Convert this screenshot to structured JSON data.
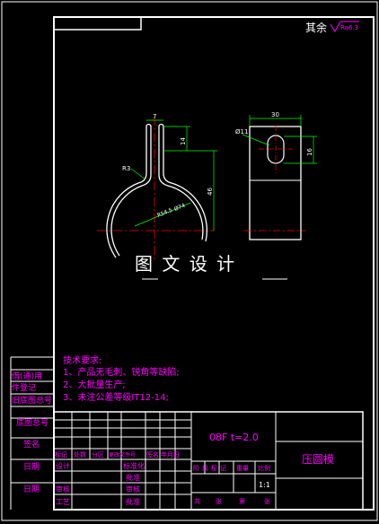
{
  "surface_finish": {
    "prefix": "其余",
    "symbol_value": "Ra6.3"
  },
  "dimensions": {
    "d7": "7",
    "d14": "14",
    "d46": "46",
    "r3": "R3",
    "r_arc": "R54.5",
    "d_dia": "Ø74",
    "d30": "30",
    "d11": "Ø11",
    "d16": "16"
  },
  "watermark": "图 文 设 计",
  "tech_req": {
    "title": "技术要求:",
    "items": [
      "1、产品无毛刺、锐角等缺陷;",
      "2、大批量生产;",
      "3、未注公差等级IT12-14;"
    ]
  },
  "left_labels": [
    "借(通)用",
    "件登记",
    "旧底图总号",
    "底图总号",
    "签名",
    "日期",
    "日期"
  ],
  "title_block": {
    "material": "08F t=2.0",
    "part_name": "压圆模",
    "row_headers": [
      "标记",
      "处数",
      "分区",
      "更改文件号",
      "签名",
      "年月日"
    ],
    "roles": [
      "设计",
      "审核",
      "工艺"
    ],
    "std_roles": [
      "标准化",
      "批准",
      "审核",
      "批准"
    ],
    "stage_headers": [
      "阶段标记",
      "重量",
      "比例"
    ],
    "scale": "1:1",
    "sheet_row": [
      "共",
      "张",
      "第",
      "张"
    ]
  }
}
